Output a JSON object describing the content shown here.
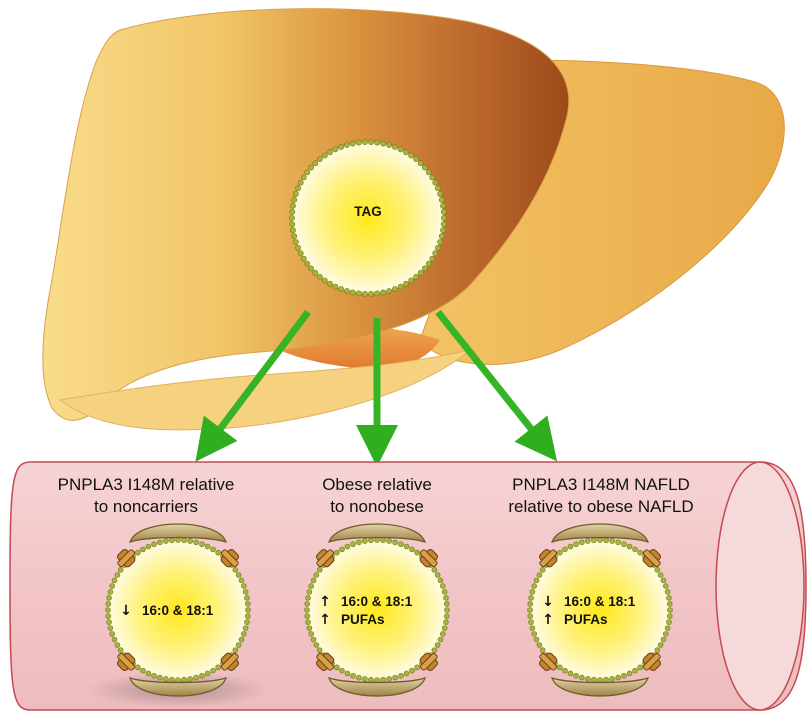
{
  "liver": {
    "droplet_label": "TAG"
  },
  "groups": [
    {
      "title_lines": [
        "PNPLA3 I148M relative",
        "to noncarriers"
      ],
      "changes": [
        {
          "direction": "down",
          "text": "16:0 & 18:1"
        }
      ]
    },
    {
      "title_lines": [
        "Obese relative",
        "to nonobese"
      ],
      "changes": [
        {
          "direction": "up",
          "text": "16:0 & 18:1"
        },
        {
          "direction": "up",
          "text": "PUFAs"
        }
      ]
    },
    {
      "title_lines": [
        "PNPLA3 I148M NAFLD",
        "relative to obese NAFLD"
      ],
      "changes": [
        {
          "direction": "down",
          "text": "16:0 & 18:1"
        },
        {
          "direction": "up",
          "text": "PUFAs"
        }
      ]
    }
  ],
  "icons": {
    "arrow_up": "↑",
    "arrow_down": "↓"
  },
  "colors": {
    "liver_light": "#f6d27a",
    "liver_dark": "#a8521a",
    "droplet_core": "#ffee33",
    "droplet_edge": "#fffbe0",
    "droplet_dots": "#9aa82c",
    "arrow_green": "#33bb22",
    "vessel_fill": "#f3c9cb",
    "vessel_stroke": "#c0424a",
    "apolipoprotein": "#bca56f",
    "anchor_protein": "#b8772a"
  }
}
